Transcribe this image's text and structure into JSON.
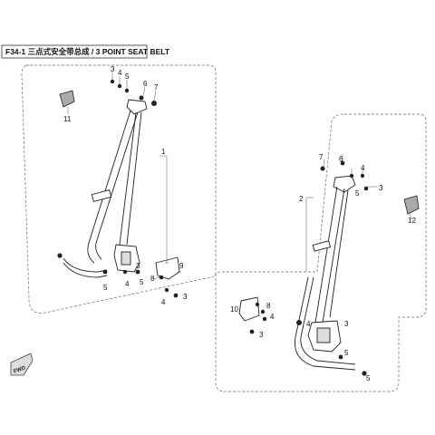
{
  "title": "F34-1 三点式安全带总成 / 3 POINT SEAT BELT",
  "parts": {
    "p1": "1",
    "p2": "2",
    "p3": "3",
    "p4": "4",
    "p5": "5",
    "p6": "6",
    "p7": "7",
    "p8": "8",
    "p9": "9",
    "p10": "10",
    "p11": "11",
    "p12": "12"
  },
  "fwd_label": "FWD",
  "colors": {
    "line": "#333333",
    "frame": "#555555",
    "part": "#222222",
    "light": "#cccccc"
  }
}
